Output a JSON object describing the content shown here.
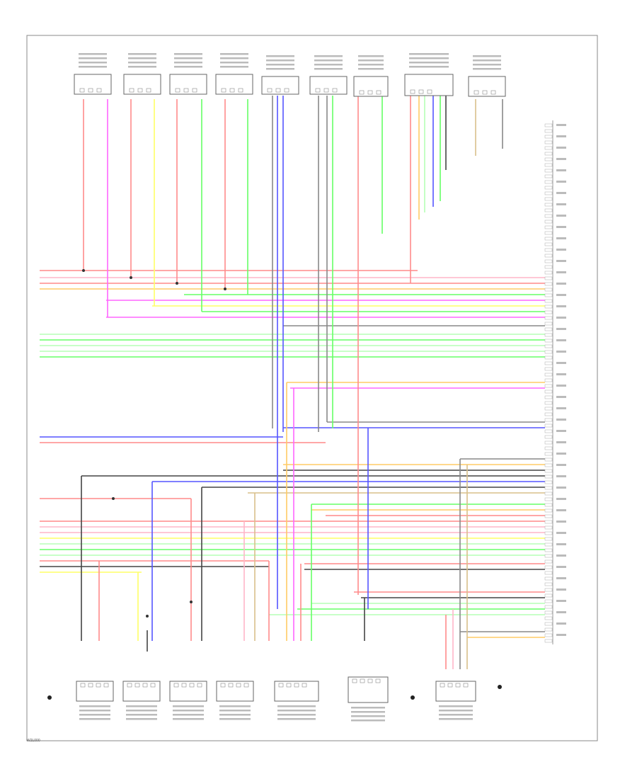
{
  "diagram": {
    "wire_colors": {
      "red": "#ff8a8a",
      "pink": "#ffb6c8",
      "magenta": "#ff66ff",
      "yellow": "#ffff66",
      "green": "#66ff66",
      "lightgreen": "#b6ffb6",
      "blue": "#5555ff",
      "orange": "#ffcc66",
      "gray": "#888888",
      "darkgray": "#444444",
      "tan": "#d9c08a",
      "black": "#222222"
    },
    "top_connectors": [
      {
        "id": "c1"
      },
      {
        "id": "c2"
      },
      {
        "id": "c3"
      },
      {
        "id": "c4"
      },
      {
        "id": "c5"
      },
      {
        "id": "c6"
      },
      {
        "id": "c7"
      },
      {
        "id": "c8"
      },
      {
        "id": "c9"
      }
    ],
    "bottom_connectors": [
      {
        "id": "b1"
      },
      {
        "id": "b2"
      },
      {
        "id": "b3"
      },
      {
        "id": "b4"
      },
      {
        "id": "b5"
      },
      {
        "id": "b6"
      },
      {
        "id": "b7"
      }
    ],
    "ground_symbols": [
      {
        "id": "g1"
      },
      {
        "id": "g2"
      },
      {
        "id": "g3"
      }
    ]
  },
  "footer": {
    "code": "W2L000"
  }
}
